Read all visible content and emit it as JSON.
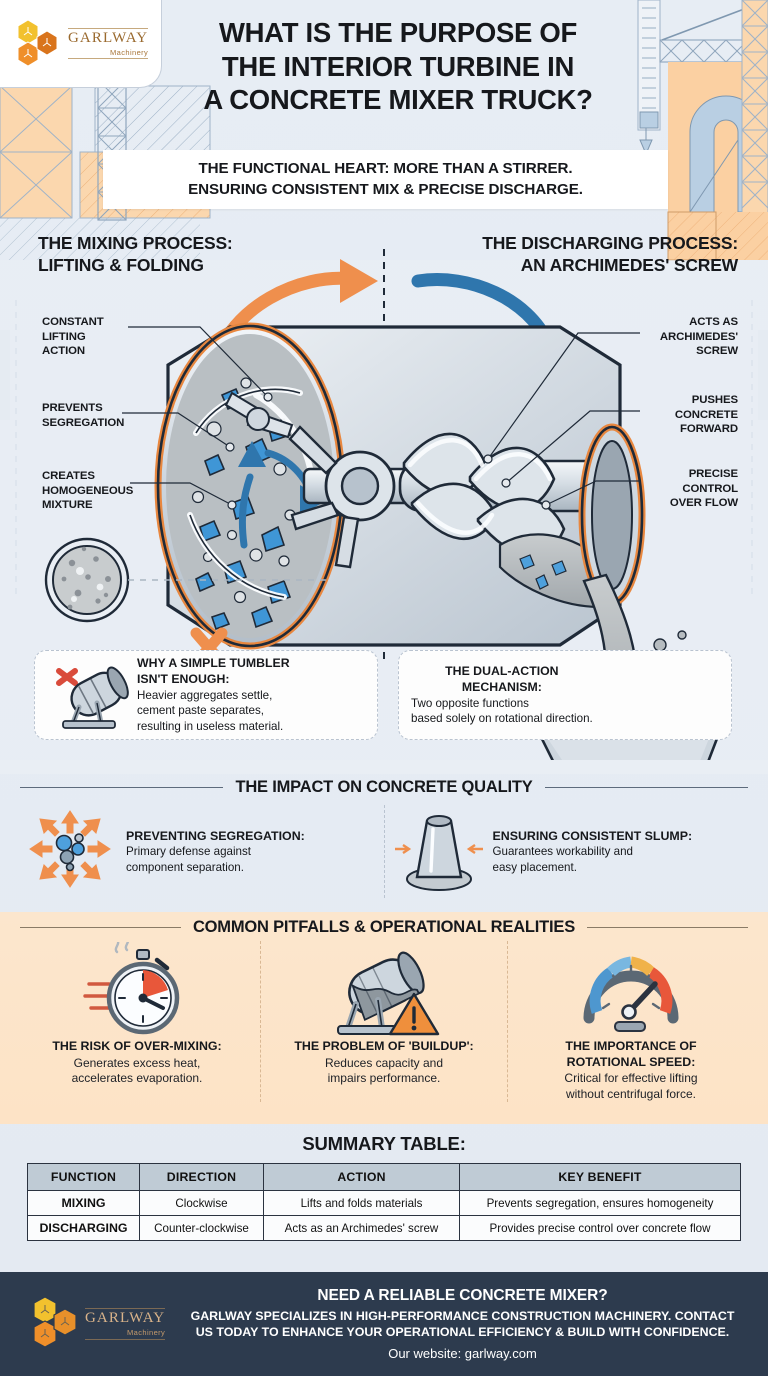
{
  "brand": {
    "name": "GARLWAY",
    "tagline": "Machinery",
    "logo_colors": [
      "#f2c12e",
      "#e8902a",
      "#d9741c"
    ]
  },
  "header": {
    "title": "WHAT IS THE PURPOSE OF THE INTERIOR TURBINE IN A CONCRETE MIXER TRUCK?",
    "title_line1": "WHAT IS THE PURPOSE OF",
    "title_line2": "THE INTERIOR TURBINE IN",
    "title_line3": "A CONCRETE MIXER TRUCK?",
    "subtitle_line1": "THE FUNCTIONAL HEART: MORE THAN A STIRRER.",
    "subtitle_line2": "ENSURING CONSISTENT MIX & PRECISE DISCHARGE."
  },
  "diagram": {
    "left_heading_line1": "THE MIXING PROCESS:",
    "left_heading_line2": "LIFTING & FOLDING",
    "right_heading_line1": "THE DISCHARGING PROCESS:",
    "right_heading_line2": "AN ARCHIMEDES' SCREW",
    "left_annotations": [
      {
        "lines": [
          "CONSTANT",
          "LIFTING",
          "ACTION"
        ]
      },
      {
        "lines": [
          "PREVENTS",
          "SEGREGATION"
        ]
      },
      {
        "lines": [
          "CREATES",
          "HOMOGENEOUS",
          "MIXTURE"
        ]
      }
    ],
    "right_annotations": [
      {
        "lines": [
          "ACTS AS",
          "ARCHIMEDES'",
          "SCREW"
        ]
      },
      {
        "lines": [
          "PUSHES",
          "CONCRETE",
          "FORWARD"
        ]
      },
      {
        "lines": [
          "PRECISE",
          "CONTROL",
          "OVER FLOW"
        ]
      }
    ],
    "arrow_colors": {
      "mixing": "#ef8f4d",
      "discharging": "#2f76ad"
    }
  },
  "callouts": [
    {
      "title_line1": "WHY A SIMPLE TUMBLER",
      "title_line2": "ISN'T ENOUGH:",
      "body_line1": "Heavier aggregates settle,",
      "body_line2": "cement paste separates,",
      "body_line3": "resulting in useless material."
    },
    {
      "title_line1": "THE DUAL-ACTION",
      "title_line2": "MECHANISM:",
      "body_line1": "Two opposite functions",
      "body_line2": "based solely on rotational direction."
    }
  ],
  "impact": {
    "heading": "THE IMPACT ON CONCRETE QUALITY",
    "items": [
      {
        "icon": "segregation-burst-icon",
        "title": "PREVENTING SEGREGATION:",
        "body_line1": "Primary defense against",
        "body_line2": "component separation."
      },
      {
        "icon": "slump-cone-icon",
        "title": "ENSURING CONSISTENT SLUMP:",
        "body_line1": "Guarantees workability and",
        "body_line2": "easy placement."
      }
    ]
  },
  "pitfalls": {
    "heading": "COMMON PITFALLS & OPERATIONAL REALITIES",
    "items": [
      {
        "icon": "stopwatch-icon",
        "title": "THE RISK OF OVER-MIXING:",
        "body_line1": "Generates excess heat,",
        "body_line2": "accelerates evaporation."
      },
      {
        "icon": "mixer-drum-warning-icon",
        "title": "THE PROBLEM OF 'BUILDUP':",
        "body_line1": "Reduces capacity and",
        "body_line2": "impairs performance."
      },
      {
        "icon": "gauge-icon",
        "title_line1": "THE IMPORTANCE OF",
        "title_line2": "ROTATIONAL SPEED:",
        "body_line1": "Critical for effective lifting",
        "body_line2": "without centrifugal force."
      }
    ]
  },
  "summary": {
    "title": "SUMMARY TABLE:",
    "columns": [
      "FUNCTION",
      "DIRECTION",
      "ACTION",
      "KEY BENEFIT"
    ],
    "rows": [
      [
        "MIXING",
        "Clockwise",
        "Lifts and folds materials",
        "Prevents segregation, ensures homogeneity"
      ],
      [
        "DISCHARGING",
        "Counter-clockwise",
        "Acts as an Archimedes' screw",
        "Provides precise control over concrete flow"
      ]
    ]
  },
  "footer": {
    "headline": "NEED A RELIABLE CONCRETE MIXER?",
    "body_line1": "GARLWAY SPECIALIZES IN HIGH-PERFORMANCE CONSTRUCTION MACHINERY. CONTACT",
    "body_line2": "US TODAY TO ENHANCE YOUR OPERATIONAL EFFICIENCY & BUILD WITH CONFIDENCE.",
    "website": "Our website: garlway.com",
    "background_color": "#2d3b4e"
  },
  "theme": {
    "page_background": "#e9eef4",
    "accent_orange": "#ef8f4d",
    "accent_blue": "#2f76ad",
    "pitfalls_background": "#fce6cd",
    "table_header": "#bfcbd5"
  }
}
